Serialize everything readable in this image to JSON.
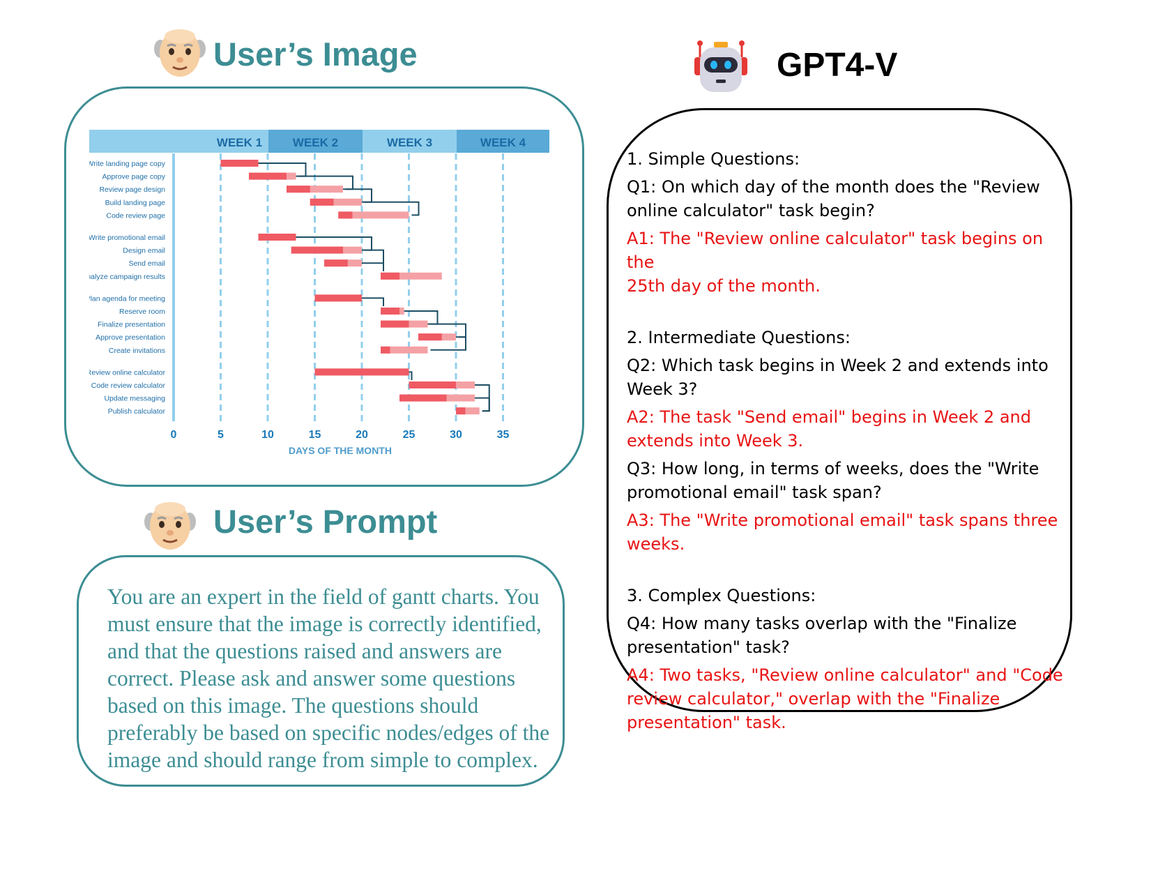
{
  "user_image": {
    "title": "User’s Image"
  },
  "user_prompt": {
    "title": "User’s Prompt",
    "lines": [
      "You are an expert in the field of gantt charts. You",
      "must ensure that the image is correctly identified,",
      "and that the questions raised and answers are",
      "correct. Please ask and answer some questions",
      "based on this image. The questions should",
      "preferably be based on specific nodes/edges of the",
      "image and should range from simple to complex."
    ]
  },
  "gpt": {
    "title": "GPT4-V",
    "s1": "1. Simple Questions:",
    "q1": [
      "Q1: On which day of the month does the \"Review",
      "online calculator\" task begin?"
    ],
    "a1": [
      "A1: The \"Review online calculator\" task begins on the",
      "25th day of the month."
    ],
    "s2": "2. Intermediate Questions:",
    "q2": [
      "Q2: Which task begins in Week 2 and extends into",
      "Week 3?"
    ],
    "a2": [
      "A2: The task \"Send email\" begins in Week 2 and",
      "extends into Week 3."
    ],
    "q3": [
      "Q3: How long, in terms of weeks, does the \"Write",
      "promotional email\" task span?"
    ],
    "a3": [
      "A3: The \"Write promotional email\" task spans three",
      "weeks."
    ],
    "s3": "3. Complex Questions:",
    "q4": [
      "Q4: How many tasks overlap with the \"Finalize",
      "presentation\" task?"
    ],
    "a4": [
      "A4: Two tasks, \"Review online calculator\" and \"Code",
      "review calculator,\" overlap with the \"Finalize",
      "presentation\" task."
    ]
  },
  "colors": {
    "accent": "#3c8d93",
    "answer": "#e81414",
    "bar_dark": "#ef5a63",
    "bar_light": "#f4a1a5",
    "week_band_light": "#92cfec",
    "week_band_dark": "#5aa9d6",
    "axis_text": "#1a7ab8"
  },
  "chart_data": {
    "type": "gantt",
    "weeks": [
      "WEEK 1",
      "WEEK 2",
      "WEEK 3",
      "WEEK 4"
    ],
    "xlabel": "DAYS OF THE MONTH",
    "xticks": [
      0,
      5,
      10,
      15,
      20,
      25,
      30,
      35
    ],
    "xlim": [
      0,
      40
    ],
    "tasks": [
      {
        "name": "Write landing page copy",
        "start": 5,
        "end": 9,
        "dark_end": 9,
        "group": 0
      },
      {
        "name": "Approve page copy",
        "start": 8,
        "end": 13,
        "dark_end": 12,
        "group": 0
      },
      {
        "name": "Review page design",
        "start": 12,
        "end": 18,
        "dark_end": 14.5,
        "group": 0
      },
      {
        "name": "Build landing page",
        "start": 14.5,
        "end": 20,
        "dark_end": 17,
        "group": 0
      },
      {
        "name": "Code review page",
        "start": 17.5,
        "end": 25,
        "dark_end": 19,
        "group": 0
      },
      {
        "name": "Write promotional email",
        "start": 9,
        "end": 13,
        "dark_end": 13,
        "group": 1
      },
      {
        "name": "Design email",
        "start": 12.5,
        "end": 20,
        "dark_end": 18,
        "group": 1
      },
      {
        "name": "Send email",
        "start": 16,
        "end": 20,
        "dark_end": 18.5,
        "group": 1
      },
      {
        "name": "Analyze campaign results",
        "start": 22,
        "end": 28.5,
        "dark_end": 24,
        "group": 1
      },
      {
        "name": "Plan agenda for meeting",
        "start": 15,
        "end": 20,
        "dark_end": 20,
        "group": 2
      },
      {
        "name": "Reserve room",
        "start": 22,
        "end": 24.5,
        "dark_end": 24,
        "group": 2
      },
      {
        "name": "Finalize presentation",
        "start": 22,
        "end": 27,
        "dark_end": 25,
        "group": 2
      },
      {
        "name": "Approve presentation",
        "start": 26,
        "end": 30,
        "dark_end": 28.5,
        "group": 2
      },
      {
        "name": "Create invitations",
        "start": 22,
        "end": 27,
        "dark_end": 23,
        "group": 2
      },
      {
        "name": "Review online calculator",
        "start": 15,
        "end": 25,
        "dark_end": 25,
        "group": 3
      },
      {
        "name": "Code review calculator",
        "start": 25,
        "end": 32,
        "dark_end": 30,
        "group": 3
      },
      {
        "name": "Update messaging",
        "start": 24,
        "end": 32,
        "dark_end": 29,
        "group": 3
      },
      {
        "name": "Publish calculator",
        "start": 30,
        "end": 32.5,
        "dark_end": 31,
        "group": 3
      }
    ],
    "dependencies": [
      [
        0,
        1
      ],
      [
        1,
        2
      ],
      [
        2,
        3
      ],
      [
        3,
        4
      ],
      [
        5,
        6
      ],
      [
        6,
        8
      ],
      [
        7,
        8
      ],
      [
        9,
        10
      ],
      [
        10,
        11
      ],
      [
        11,
        12
      ],
      [
        12,
        13
      ],
      [
        14,
        15
      ],
      [
        15,
        17
      ],
      [
        16,
        17
      ]
    ]
  }
}
